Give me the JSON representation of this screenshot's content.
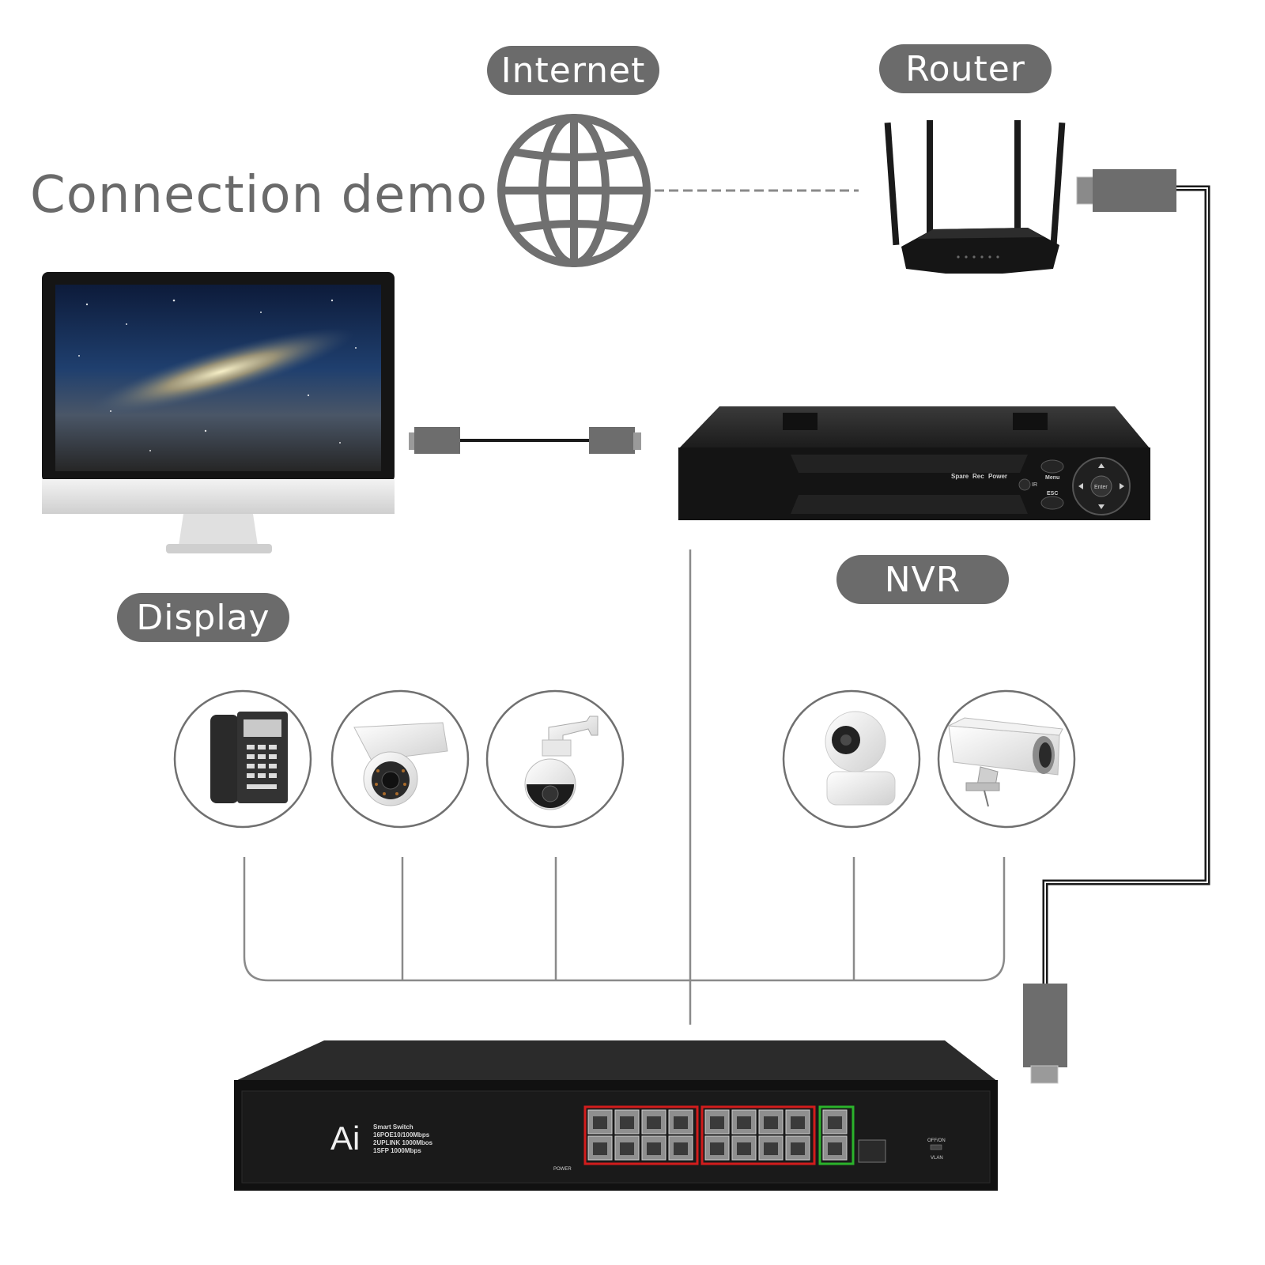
{
  "title": "Connection demo",
  "labels": {
    "internet": "Internet",
    "router": "Router",
    "display": "Display",
    "nvr": "NVR"
  },
  "nvr_panel": {
    "spare": "Spare",
    "rec": "Rec",
    "power": "Power",
    "ir": "IR",
    "menu": "Menu",
    "esc": "ESC",
    "enter": "Enter"
  },
  "switch_panel": {
    "brand": "Ai",
    "model": "Smart Switch",
    "spec_line1": "16POE10/100Mbps",
    "spec_line2": "2UPLINK 1000Mbos",
    "spec_line3": "1SFP 1000Mbps",
    "power_label": "POWER",
    "toggle_top": "OFF/ON",
    "toggle_bottom": "VLAN"
  },
  "peripherals": [
    {
      "name": "desk-phone"
    },
    {
      "name": "dome-camera"
    },
    {
      "name": "ptz-camera"
    },
    {
      "name": "indoor-camera"
    },
    {
      "name": "bullet-camera"
    }
  ],
  "colors": {
    "pill": "#6b6b6b",
    "poe_ports_border": "#d21c1c",
    "uplink_ports_border": "#2bb32b",
    "line": "#8a8a8a",
    "cable": "#1a1a1a"
  }
}
